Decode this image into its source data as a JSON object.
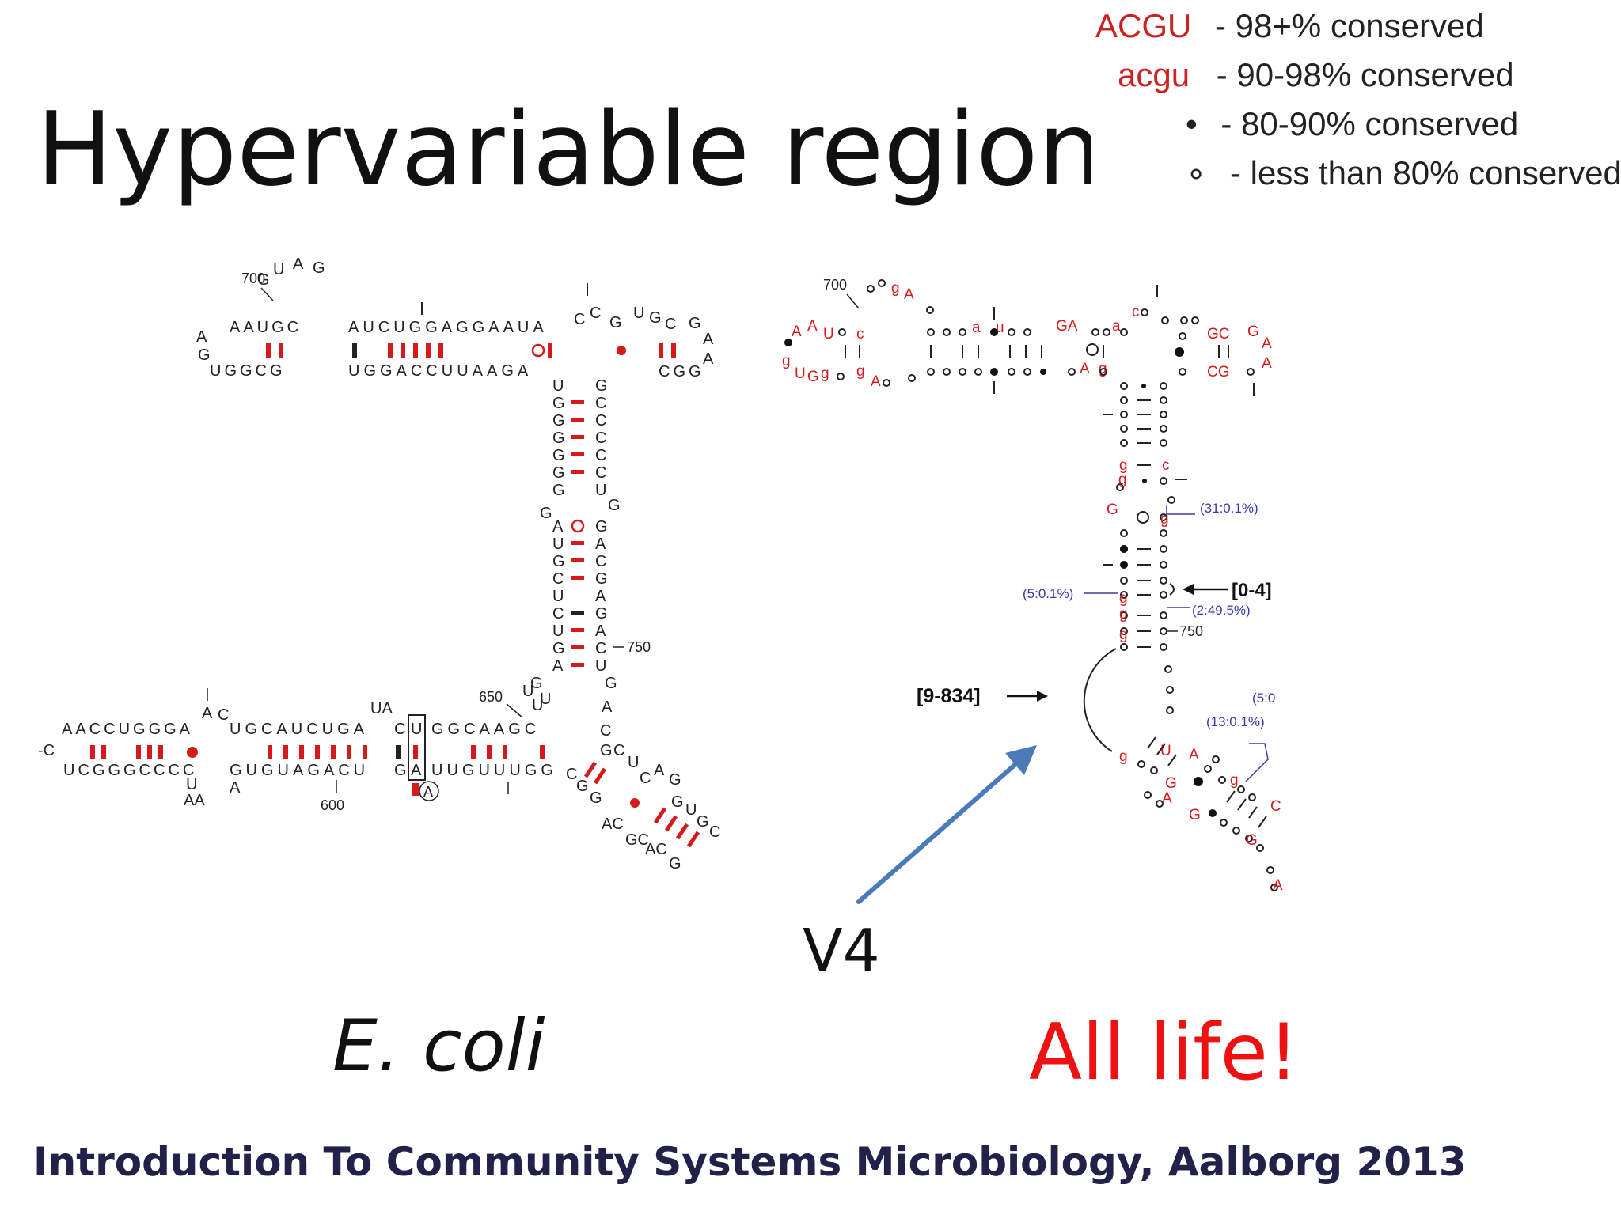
{
  "slide": {
    "title": "Hypervariable regions",
    "left_caption": "E. coli",
    "right_caption": "All life!",
    "arrow_label": "V4",
    "footer": "Introduction To Community Systems Microbiology, Aalborg 2013"
  },
  "legend": [
    {
      "key": "ACGU",
      "text": "- 98+% conserved",
      "color": "#cc2222"
    },
    {
      "key": "acgu",
      "text": "- 90-98% conserved",
      "color": "#cc2222"
    },
    {
      "key": "•",
      "text": "- 80-90% conserved",
      "color": "#222222"
    },
    {
      "key": "∘",
      "text": "- less than 80% conserved",
      "color": "#222222"
    }
  ],
  "ecoli_labels": {
    "n700": "700",
    "n650": "650",
    "n600": "600",
    "n750": "750",
    "boxed_top": "U",
    "boxed_bottom": "A",
    "circled": "A"
  },
  "consensus_labels": {
    "n700": "700",
    "n750": "750",
    "range1": "[9-834]",
    "range2": "[0-4]",
    "ann1": "(31:0.1%)",
    "ann2": "(5:0.1%)",
    "ann3": "(2:49.5%)",
    "ann4": "(5:0",
    "ann5": "(13:0.1%)"
  },
  "colors": {
    "conserved_red": "#d41a1a",
    "annotation_blue": "#3a3aaa",
    "arrow_blue": "#4a7ab8",
    "footer_navy": "#23204a"
  }
}
